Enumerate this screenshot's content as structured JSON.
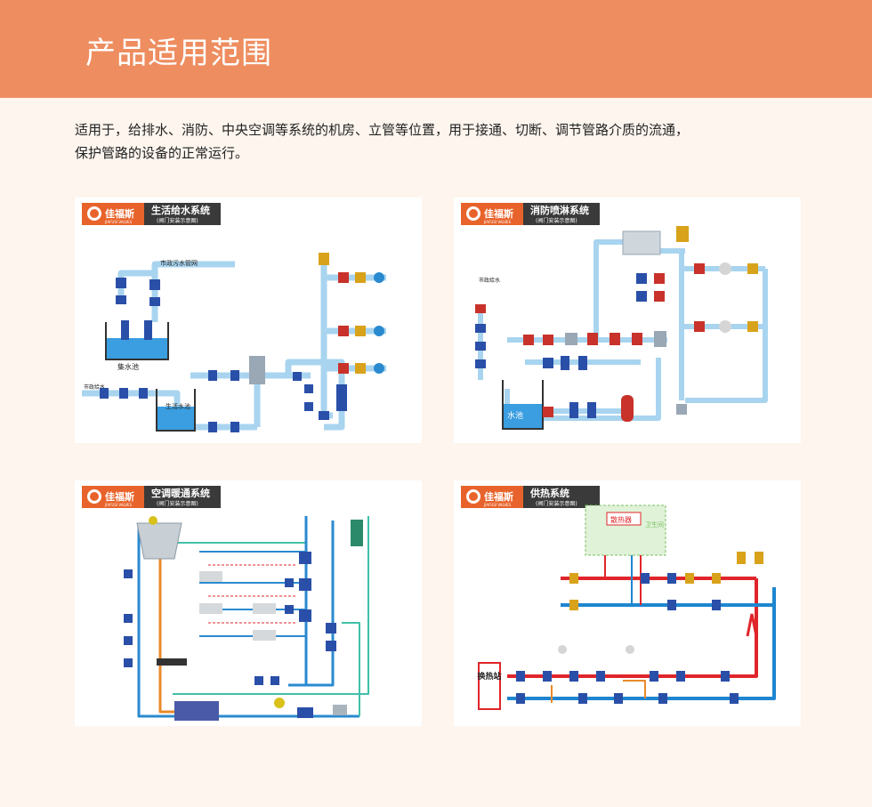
{
  "header": {
    "title": "产品适用范围"
  },
  "intro": {
    "line1": "适用于，给排水、消防、中央空调等系统的机房、立管等位置，用于接通、切断、调节管路介质的流通，",
    "line2": "保护管路的设备的正常运行。"
  },
  "brand": {
    "logo_text": "佳福斯",
    "logo_sub": "JIAFUSI VALVES",
    "color": "#e8632b"
  },
  "cards": [
    {
      "title": "生活给水系统",
      "subtitle": "(阀门安装示意图)",
      "labels": {
        "pipe_net": "市政污水管网",
        "tank_a": "集水池",
        "tank_b": "生活水池",
        "inlet": "市政给水"
      }
    },
    {
      "title": "消防喷淋系统",
      "subtitle": "(阀门安装示意图)",
      "labels": {
        "tank": "水池",
        "inlet": "市政给水"
      }
    },
    {
      "title": "空调暖通系统",
      "subtitle": "(阀门安装示意图)",
      "labels": {}
    },
    {
      "title": "供热系统",
      "subtitle": "(阀门安装示意图)",
      "labels": {
        "radiator": "散热器",
        "station": "换热站",
        "side": "卫生间"
      }
    }
  ],
  "colors": {
    "banner": "#ee8d5f",
    "pipe": "#a8d4ef",
    "valve": "#2a4fa8",
    "valve_red": "#c8322b",
    "supply": "#e0252a",
    "return": "#1e86d0"
  }
}
